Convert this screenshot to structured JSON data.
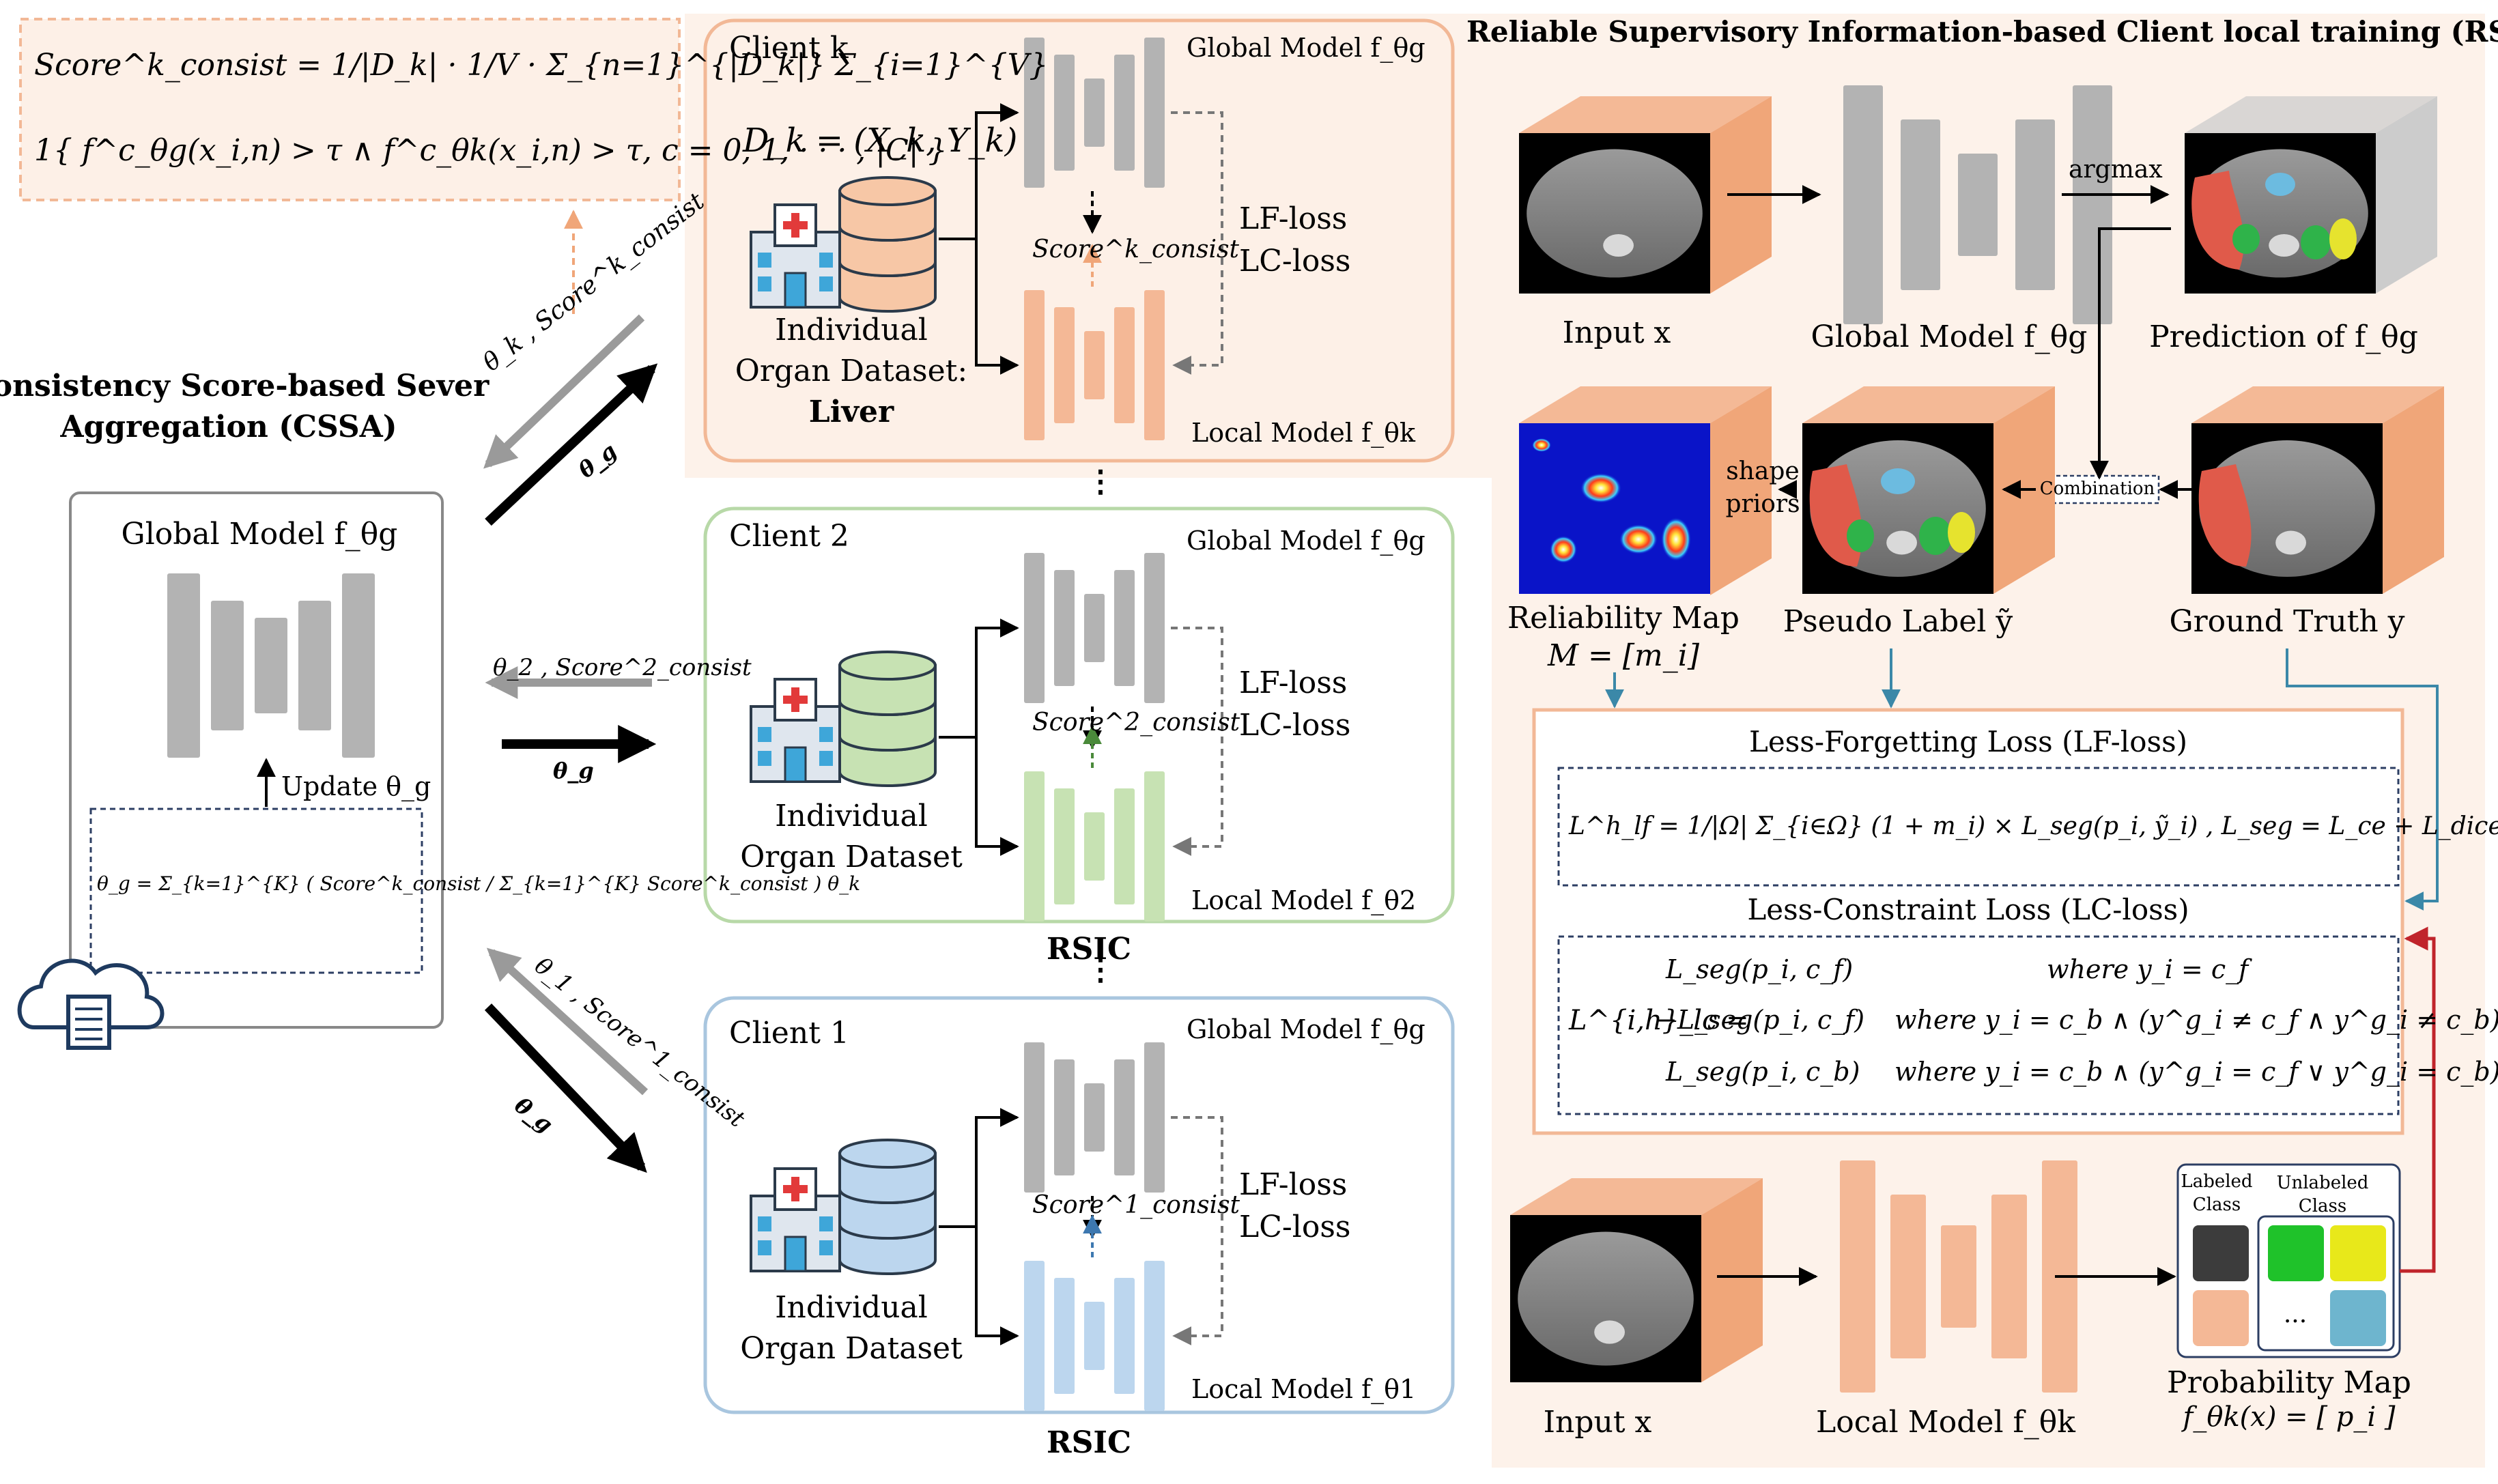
{
  "colors": {
    "orange_fill": "#fdf0e7",
    "orange_border": "#f2b896",
    "orange_block": "#f4b896",
    "green_border": "#b8d9a8",
    "green_block": "#c7e2b3",
    "blue_border": "#a9c6df",
    "blue_block": "#bcd6ee",
    "gray_block": "#b3b3b3",
    "teal_arrow": "#3b88a8",
    "red_arrow": "#c0242b",
    "liver_red": "#e05a4a",
    "stomach_blue": "#6cbbe0",
    "kidney_green": "#2fb34a",
    "spleen_yellow": "#e6e32e"
  },
  "formula_top": {
    "line1": "Score^k_consist = 1/|D_k| · 1/V · Σ_{n=1}^{|D_k|} Σ_{i=1}^{V}",
    "line2": "1{ f^c_θg(x_i,n) > τ ∧ f^c_θk(x_i,n) > τ, c = 0, 1, · · · , |C| }"
  },
  "cssa": {
    "title_line1": "Consistency Score-based Sever",
    "title_line2": "Aggregation (CSSA)",
    "global_model_label": "Global Model f_θg",
    "update_label": "Update θ_g",
    "aggregation_formula": "θ_g = Σ_{k=1}^{K} ( Score^k_consist / Σ_{k=1}^{K} Score^k_consist ) θ_k"
  },
  "arrows": {
    "k_upload": "θ_k , Score^k_consist",
    "k_download": "θ_g",
    "c2_upload": "θ_2 , Score^2_consist",
    "c2_download": "θ_g",
    "c1_upload": "θ_1 , Score^1_consist",
    "c1_download": "θ_g"
  },
  "clients": [
    {
      "id": "client-k",
      "title": "Client k",
      "dataset_eq": "D_k = (X_k, Y_k)",
      "dataset_line1": "Individual",
      "dataset_line2": "Organ Dataset:",
      "dataset_line3": "Liver",
      "global_label": "Global Model f_θg",
      "local_label": "Local Model f_θk",
      "score": "Score^k_consist",
      "loss1": "LF-loss",
      "loss2": "LC-loss"
    },
    {
      "id": "client-2",
      "title": "Client 2",
      "dataset_line1": "Individual",
      "dataset_line2": "Organ Dataset",
      "global_label": "Global Model f_θg",
      "local_label": "Local Model f_θ2",
      "score": "Score^2_consist",
      "loss1": "LF-loss",
      "loss2": "LC-loss",
      "footer": "RSIC"
    },
    {
      "id": "client-1",
      "title": "Client 1",
      "dataset_line1": "Individual",
      "dataset_line2": "Organ Dataset",
      "global_label": "Global Model f_θg",
      "local_label": "Local Model f_θ1",
      "score": "Score^1_consist",
      "loss1": "LF-loss",
      "loss2": "LC-loss",
      "footer": "RSIC"
    }
  ],
  "ellipsis": "⋮",
  "rsic": {
    "title": "Reliable Supervisory Information-based Client local training (RSIC)",
    "input_label": "Input x",
    "global_label": "Global Model f_θg",
    "argmax": "argmax",
    "prediction_label": "Prediction of f_θg",
    "reliability_label_1": "Reliability Map",
    "reliability_label_2": "M = [m_i]",
    "shape_priors_1": "shape",
    "shape_priors_2": "priors",
    "pseudo_label": "Pseudo Label ỹ",
    "combination": "Combination",
    "ground_truth": "Ground Truth y",
    "lf_title": "Less-Forgetting Loss (LF-loss)",
    "lf_formula": "L^h_lf = 1/|Ω| Σ_{i∈Ω} (1 + m_i) × L_seg(p_i, ỹ_i) ,   L_seg = L_ce + L_dice",
    "lc_title": "Less-Constraint Loss (LC-loss)",
    "lc_lhs": "L^{i,h}_lc =",
    "lc_case1": "L_seg(p_i, c_f)",
    "lc_cond1": "where y_i = c_f",
    "lc_case2": "−L_seg(p_i, c_f)",
    "lc_cond2": "where y_i = c_b ∧ (y^g_i ≠ c_f ∧ y^g_i ≠ c_b)",
    "lc_case3": "L_seg(p_i, c_b)",
    "lc_cond3": "where y_i = c_b ∧ (y^g_i = c_f ∨ y^g_i = c_b)",
    "input2_label": "Input x",
    "local_label": "Local Model f_θk",
    "labeled_class_1": "Labeled",
    "labeled_class_2": "Class",
    "unlabeled_class_1": "Unlabeled",
    "unlabeled_class_2": "Class",
    "dots": "...",
    "prob_map_1": "Probability Map",
    "prob_map_2": "f_θk(x) = [ p_i ]"
  }
}
